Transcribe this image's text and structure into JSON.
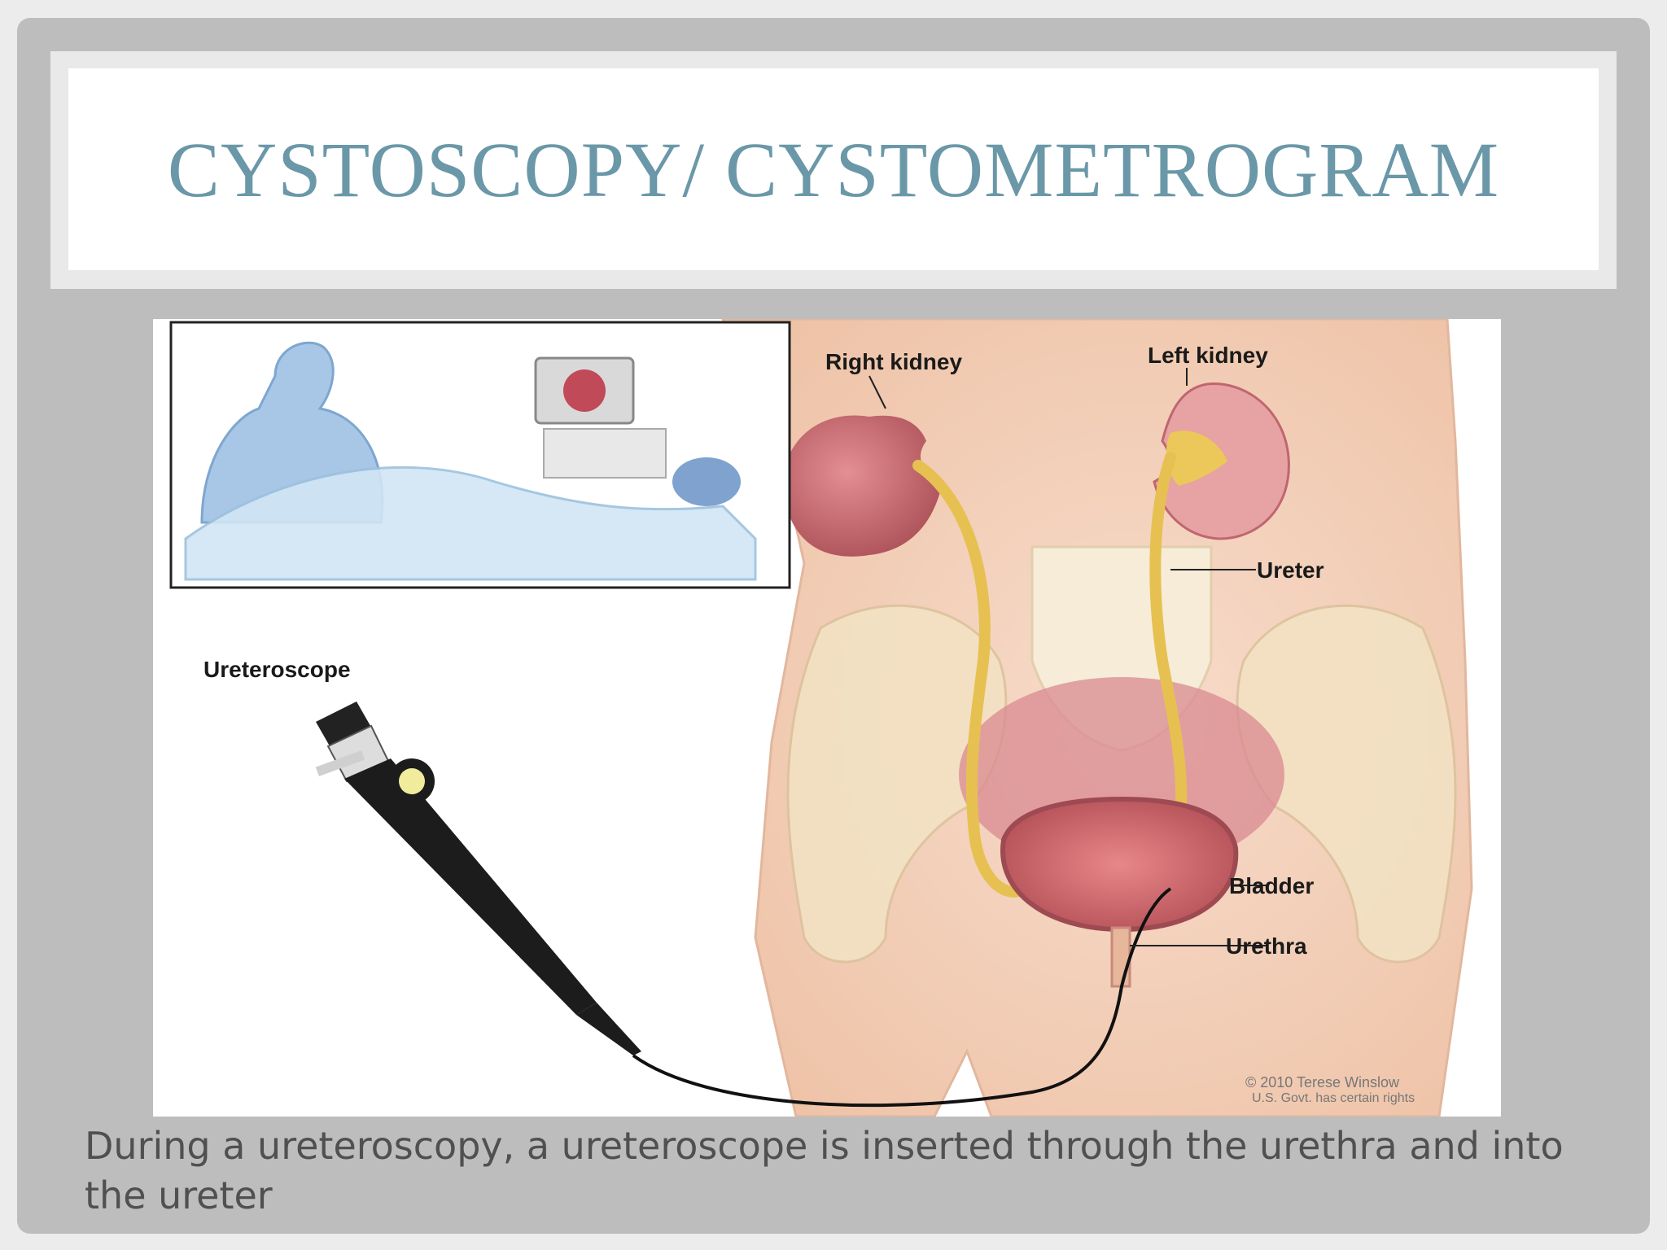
{
  "slide": {
    "title": "CYSTOSCOPY/ CYSTOMETROGRAM",
    "caption": "During a ureteroscopy, a ureteroscope is inserted through the urethra and into the ureter"
  },
  "figure": {
    "labels": {
      "right_kidney": "Right kidney",
      "left_kidney": "Left kidney",
      "ureter": "Ureter",
      "ureteroscope": "Ureteroscope",
      "bladder": "Bladder",
      "urethra": "Urethra"
    },
    "credit_line1": "© 2010 Terese Winslow",
    "credit_line2": "U.S. Govt. has certain rights"
  },
  "colors": {
    "title": "#6a98a8",
    "caption": "#505050",
    "slide_bg": "#bdbdbd",
    "skin": "#f3d3bf",
    "kidney": "#c86a6f",
    "ureter": "#e8c456",
    "bladder": "#c45e62",
    "scope": "#1c1c1c"
  }
}
